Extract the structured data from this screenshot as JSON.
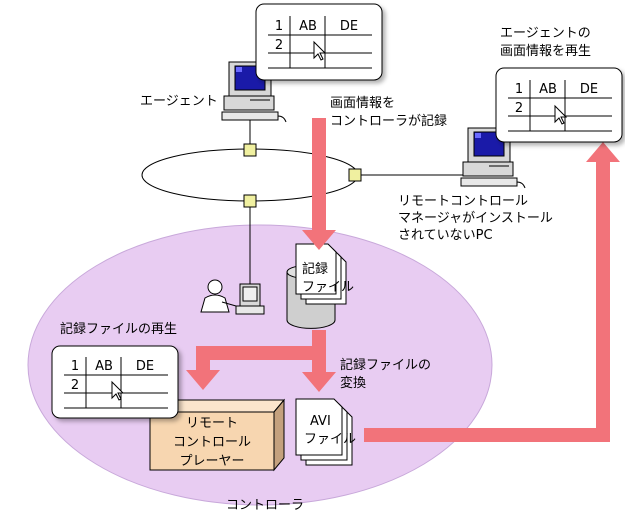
{
  "agent": {
    "label": "エージェント",
    "table": {
      "headers": [
        "1",
        "AB",
        "DE"
      ],
      "row2": "2"
    }
  },
  "record_note": [
    "画面情報を",
    "コントローラが記録"
  ],
  "remote_pc": {
    "note": [
      "エージェントの",
      "画面情報を再生"
    ],
    "label": [
      "リモートコントロール",
      "マネージャがインストール",
      "されていないPC"
    ],
    "table": {
      "headers": [
        "1",
        "AB",
        "DE"
      ],
      "row2": "2"
    }
  },
  "playback": {
    "note": "記録ファイルの再生",
    "table": {
      "headers": [
        "1",
        "AB",
        "DE"
      ],
      "row2": "2"
    }
  },
  "record_file": {
    "label": [
      "記録",
      "ファイル"
    ]
  },
  "convert_note": [
    "記録ファイルの",
    "変換"
  ],
  "player_box": {
    "label": [
      "リモート",
      "コントロール",
      "プレーヤー"
    ]
  },
  "avi_file": {
    "label": [
      "AVI",
      "ファイル"
    ]
  },
  "controller_label": "コントローラ",
  "colors": {
    "arrow": "#f2737a",
    "ellipse_fill": "#e8ccf2",
    "player_fill": "#f7d6b0",
    "node_fill": "#f0f0a0",
    "monitor_screen": "#1a1aa8"
  }
}
